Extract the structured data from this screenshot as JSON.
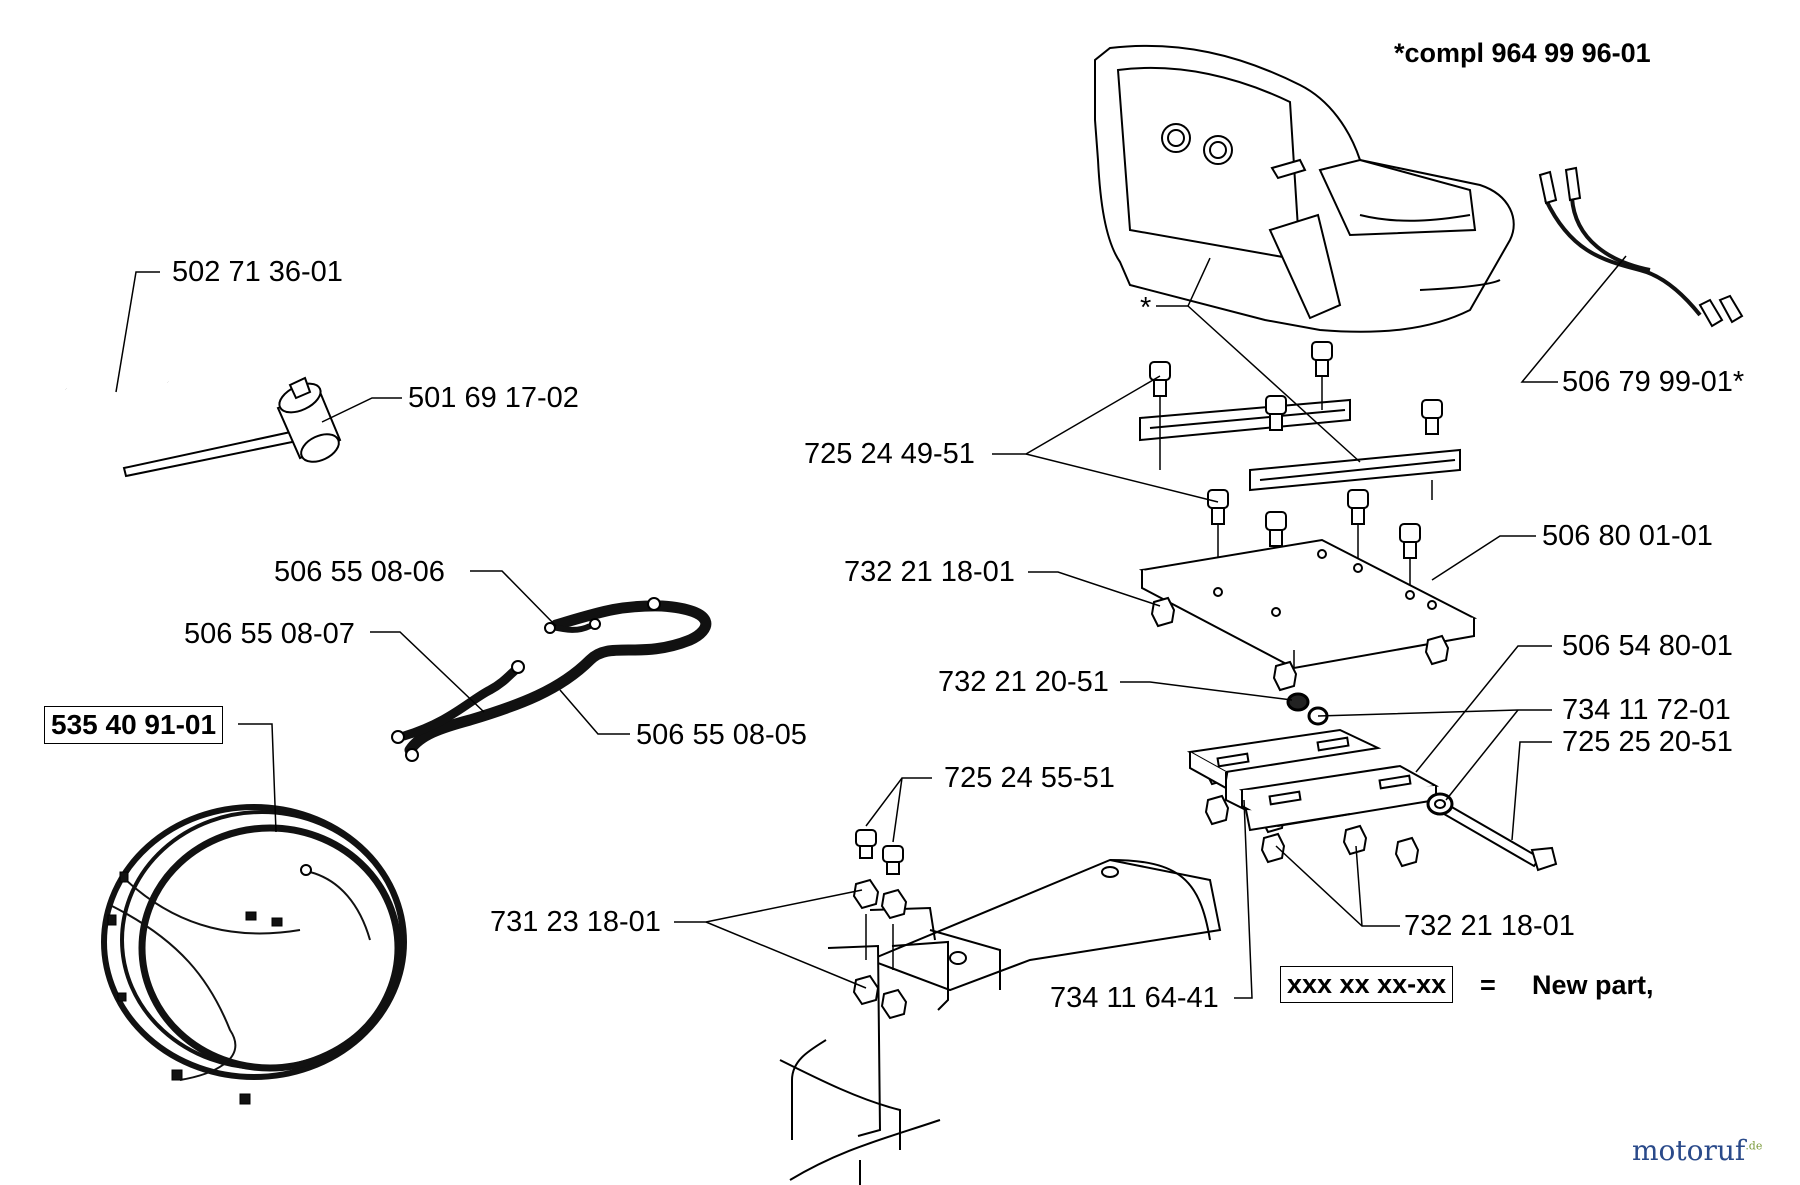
{
  "header": {
    "compl": "*compl 964 99 96-01"
  },
  "legend": {
    "code": "xxx xx xx-xx",
    "equals": "=",
    "text": "New part,"
  },
  "star": "*",
  "parts": {
    "p1": "502 71 36-01",
    "p2": "501 69 17-02",
    "p3": "506 55 08-06",
    "p4": "506 55 08-07",
    "p5": "506 55 08-05",
    "p6": "535 40 91-01",
    "p7": "725 24 49-51",
    "p8": "732 21 18-01",
    "p9": "732 21 20-51",
    "p10": "725 24 55-51",
    "p11": "731 23 18-01",
    "p12": "734 11 64-41",
    "p13": "506 79 99-01*",
    "p14": "506 80 01-01",
    "p15": "506 54 80-01",
    "p16": "734 11 72-01",
    "p17": "725 25 20-51",
    "p18": "732 21 18-01"
  },
  "watermark": {
    "name": "motoruf",
    "tld": ".de"
  }
}
